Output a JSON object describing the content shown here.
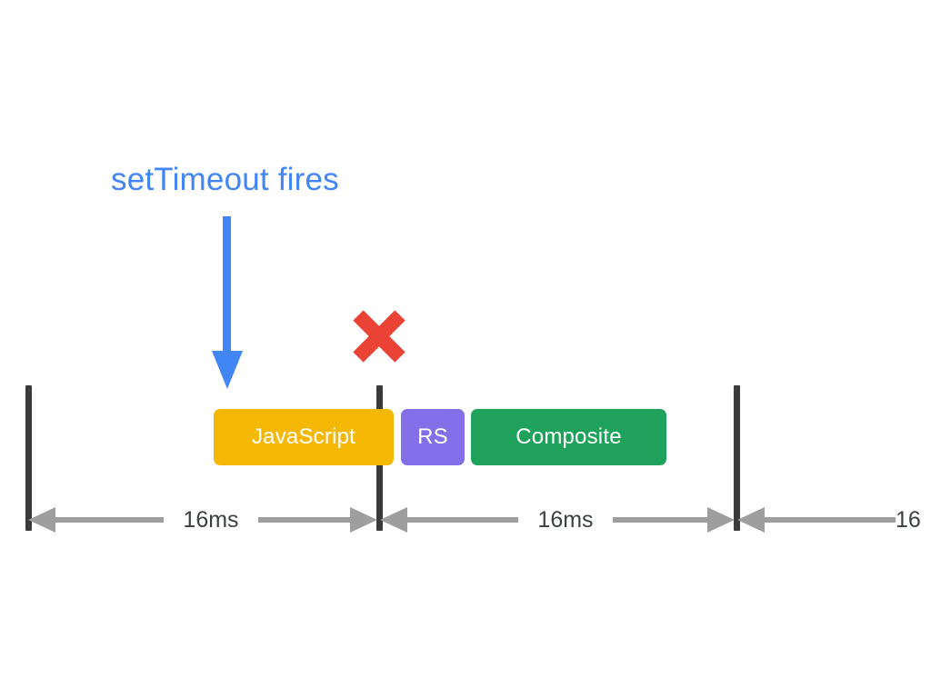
{
  "diagram": {
    "title_annotation": "setTimeout fires",
    "accent_blue": "#4285f4",
    "marker_red": "#ea4335",
    "tick_color": "#3a3a3a",
    "arrow_gray": "#9e9e9e",
    "label_color": "#3c4043",
    "background": "#ffffff"
  },
  "annotation": {
    "label": "setTimeout fires",
    "pointer_icon": "down-arrow-icon",
    "marker_icon": "red-x-icon"
  },
  "blocks": [
    {
      "label": "JavaScript",
      "color": "#f5b806"
    },
    {
      "label": "RS",
      "color": "#8370e8"
    },
    {
      "label": "Composite",
      "color": "#1fa35c"
    }
  ],
  "timeline": {
    "ticks": 3,
    "frames": [
      {
        "label": "16ms",
        "truncated": false
      },
      {
        "label": "16ms",
        "truncated": false
      },
      {
        "label": "16",
        "truncated": true
      }
    ]
  }
}
